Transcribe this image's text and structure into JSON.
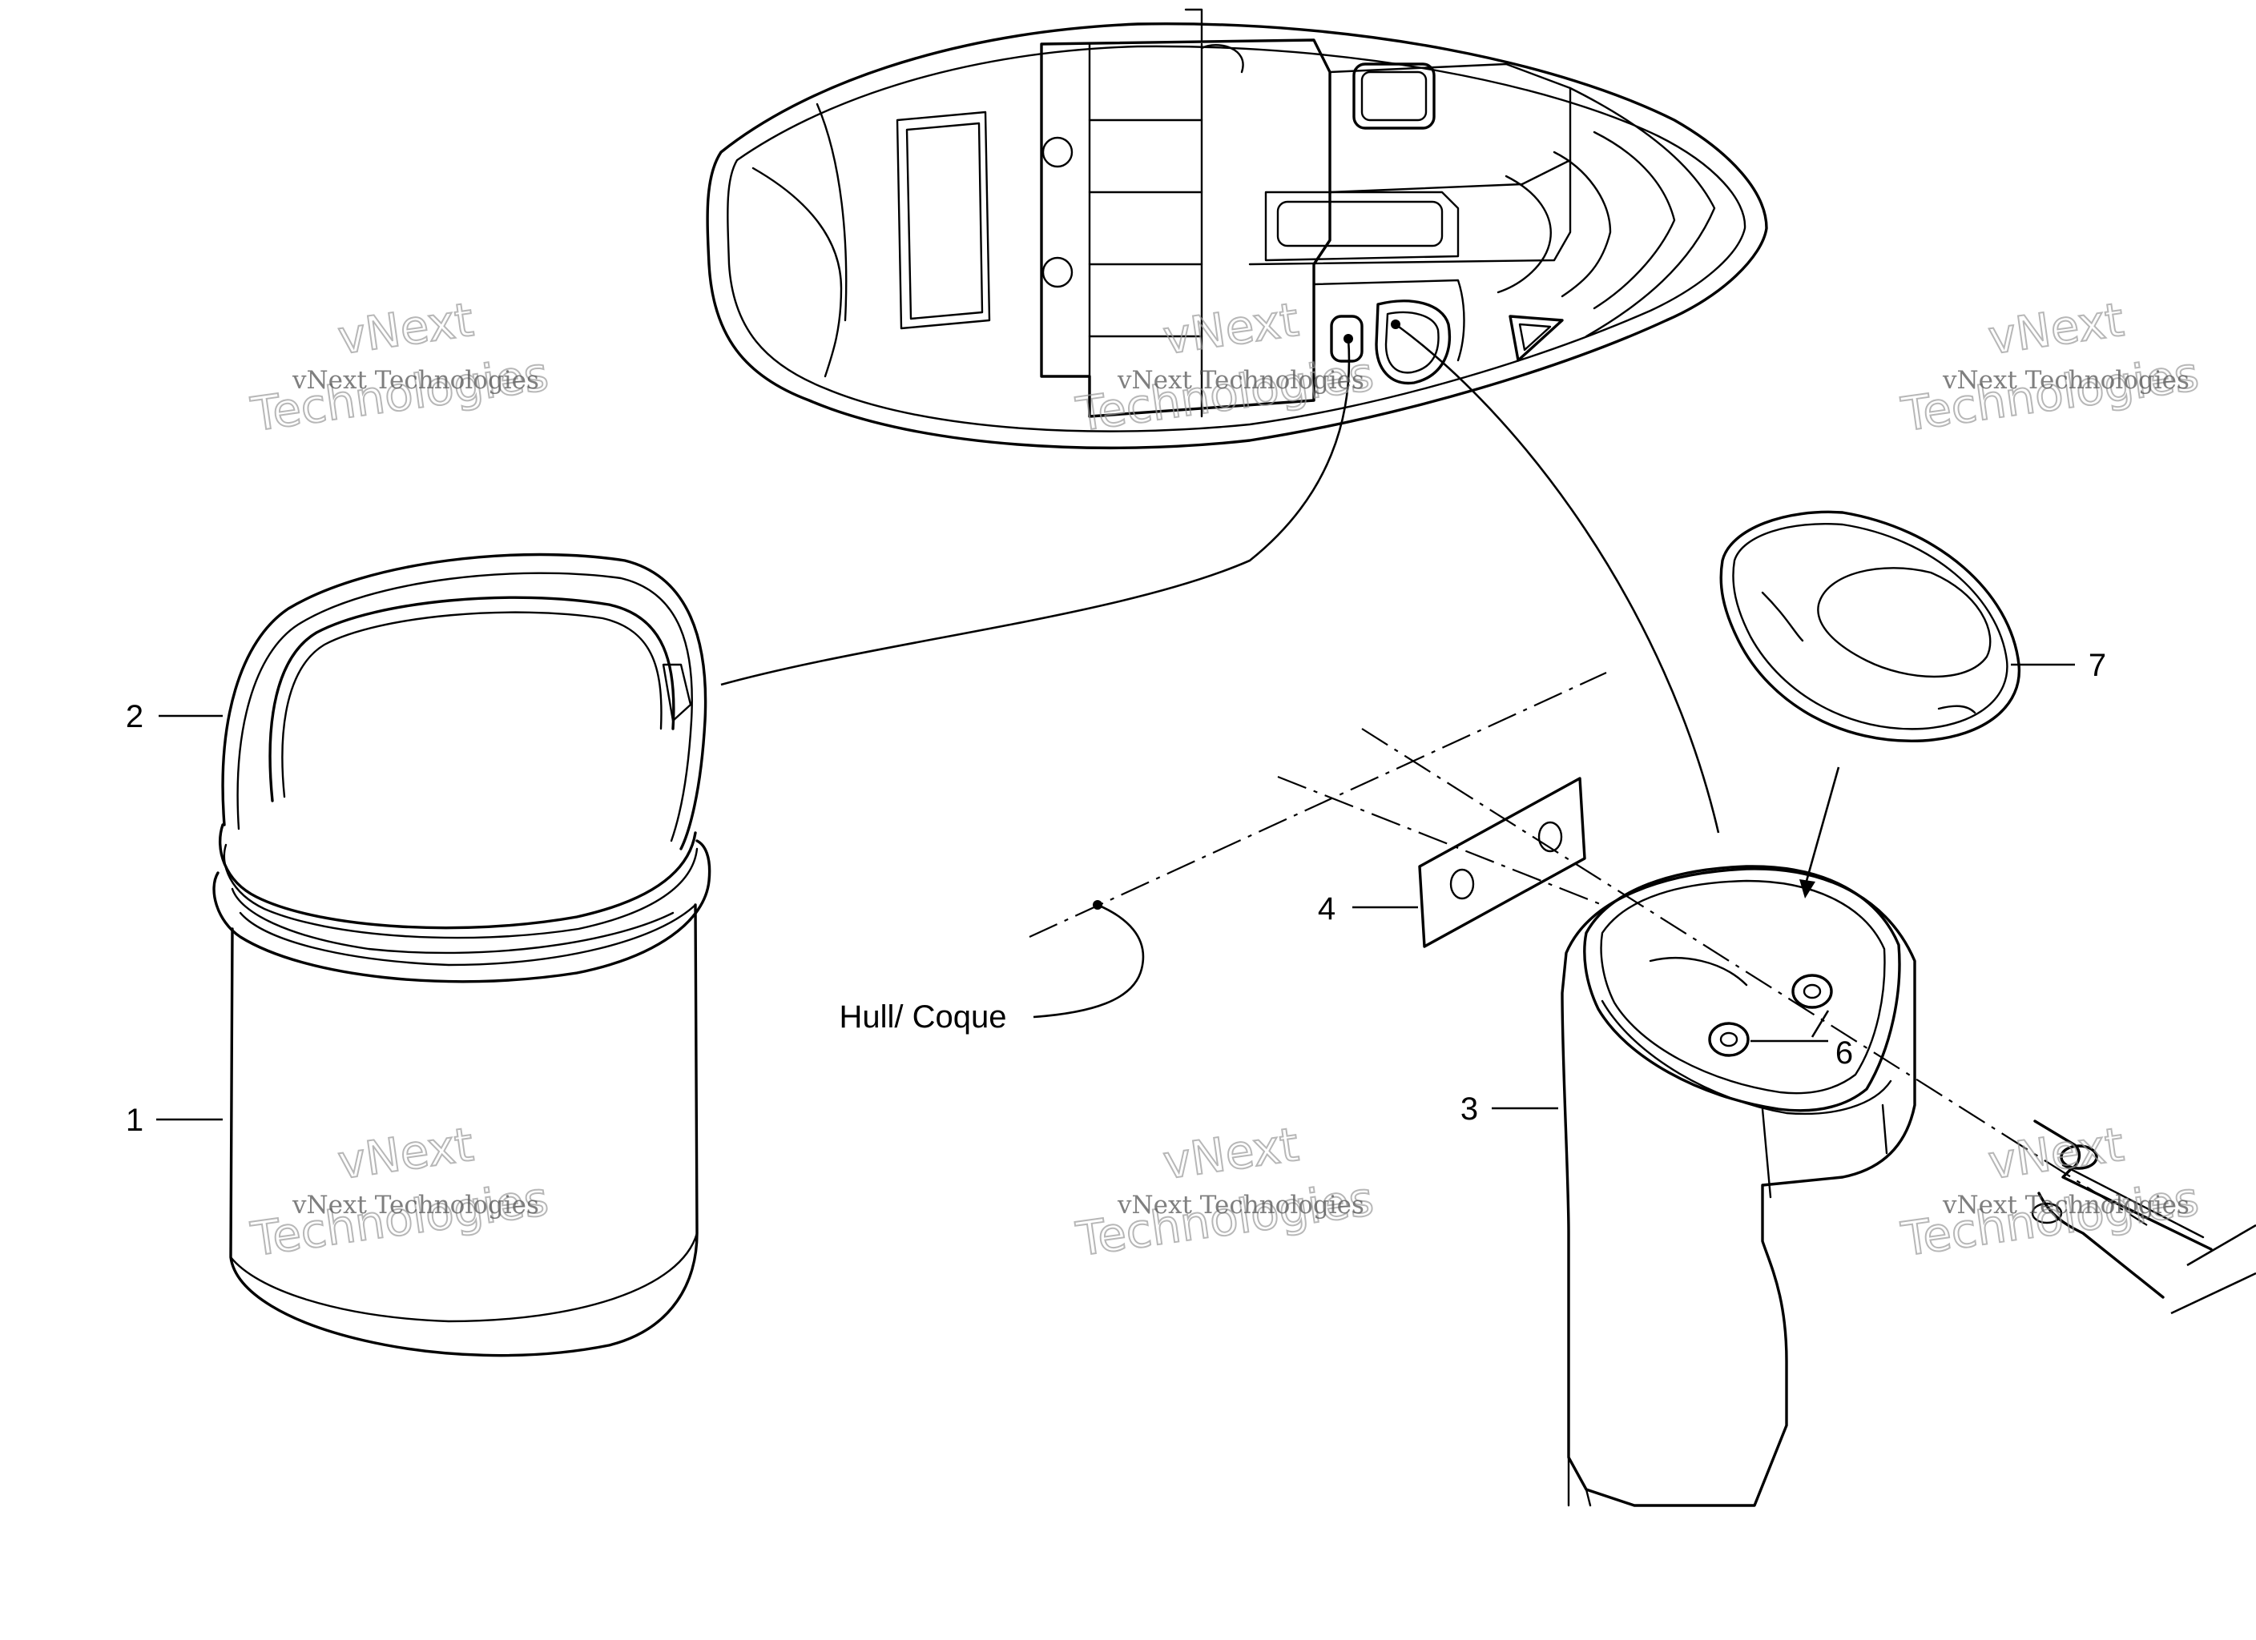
{
  "callouts": {
    "part_1": "1",
    "part_2": "2",
    "part_3": "3",
    "part_4": "4",
    "part_6": "6",
    "part_7": "7",
    "hull": "Hull/ Coque"
  },
  "watermark": {
    "line1": "vNext Technologies",
    "line2_top": "vNext",
    "line2_bottom": "Technologies"
  },
  "colors": {
    "line": "#000000",
    "background": "#ffffff",
    "watermark": "#9a9a9a"
  }
}
